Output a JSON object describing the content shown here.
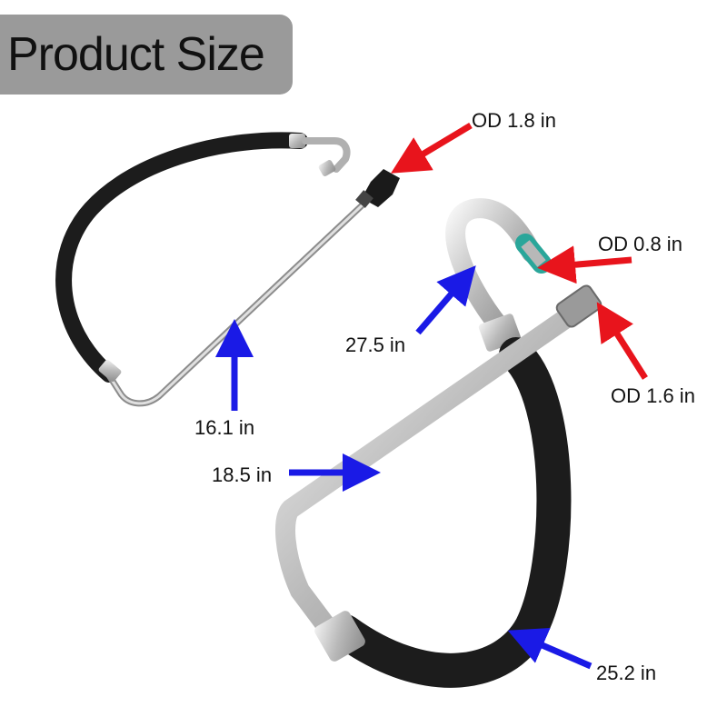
{
  "title": "Product Size",
  "measurements": {
    "od_1_8": "OD 1.8 in",
    "od_0_8": "OD 0.8 in",
    "od_1_6": "OD 1.6 in",
    "len_27_5": "27.5 in",
    "len_16_1": "16.1 in",
    "len_18_5": "18.5 in",
    "len_25_2": "25.2 in"
  },
  "colors": {
    "od_arrow": "#e8141c",
    "length_arrow": "#1a1ae6",
    "hose": "#1c1c1c",
    "metal_tube": "#c8c8c8",
    "banner": "#9a9a9a"
  }
}
